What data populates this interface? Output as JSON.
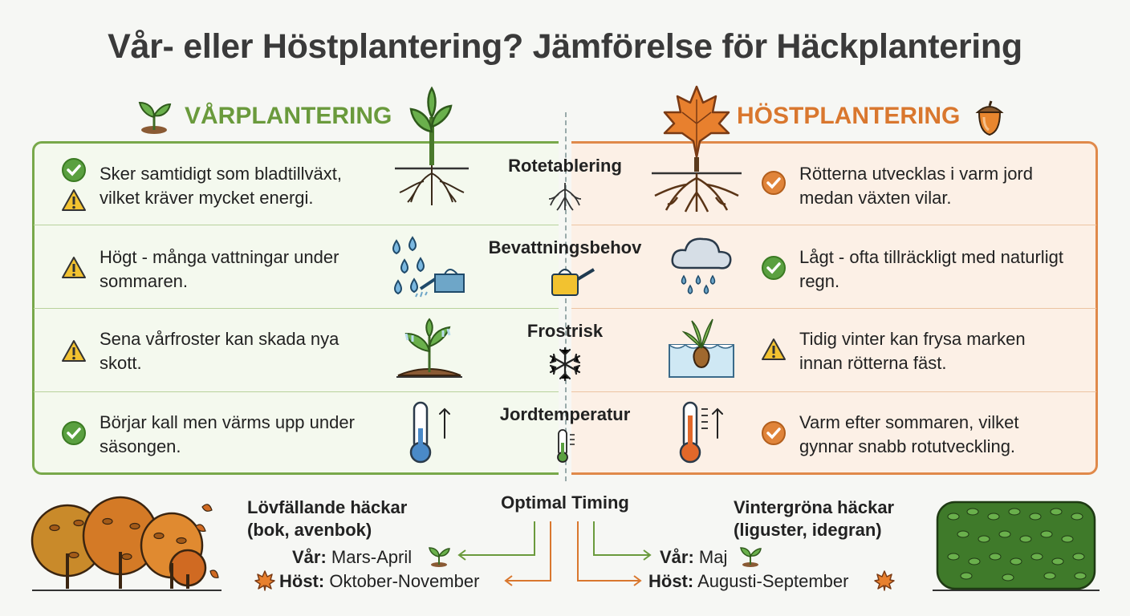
{
  "title": "Vår- eller Höstplantering? Jämförelse för Häckplantering",
  "spring": {
    "heading": "VÅRPLANTERING",
    "rows": [
      {
        "text": "Sker samtidigt som bladtillväxt, vilket kräver mycket energi.",
        "status": "check-warning"
      },
      {
        "text": "Högt - många vattningar under sommaren.",
        "status": "warning"
      },
      {
        "text": "Sena vårfroster kan skada nya skott.",
        "status": "warning"
      },
      {
        "text": "Börjar kall men värms upp under säsongen.",
        "status": "check"
      }
    ]
  },
  "autumn": {
    "heading": "HÖSTPLANTERING",
    "rows": [
      {
        "text": "Rötterna utvecklas i varm jord medan växten vilar.",
        "status": "check"
      },
      {
        "text": "Lågt - ofta tillräckligt med naturligt regn.",
        "status": "check"
      },
      {
        "text": "Tidig vinter kan frysa marken innan rötterna fäst.",
        "status": "warning"
      },
      {
        "text": "Varm efter sommaren, vilket gynnar snabb rotutveckling.",
        "status": "check"
      }
    ]
  },
  "criteria": [
    "Rotetablering",
    "Bevattningsbehov",
    "Frostrisk",
    "Jordtemperatur"
  ],
  "timing": {
    "title": "Optimal Timing",
    "deciduous": {
      "label": "Lövfällande häckar",
      "sublabel": "(bok, avenbok)",
      "spring_key": "Vår:",
      "spring_value": "Mars-April",
      "autumn_key": "Höst:",
      "autumn_value": "Oktober-November"
    },
    "evergreen": {
      "label": "Vintergröna häckar",
      "sublabel": "(liguster, idegran)",
      "spring_key": "Vår:",
      "spring_value": "Maj",
      "autumn_key": "Höst:",
      "autumn_value": "Augusti-September"
    }
  },
  "colors": {
    "spring_accent": "#6a9a3c",
    "autumn_accent": "#d9772e",
    "check_green": "#5aa040",
    "check_orange": "#e0843a",
    "warning_yellow": "#f2c230"
  },
  "icons": [
    "sprout-icon",
    "maple-leaf-icon",
    "acorn-icon",
    "check-icon",
    "warning-icon",
    "roots-icon",
    "water-drops-icon",
    "watering-can-icon",
    "rain-cloud-icon",
    "frozen-seedling-icon",
    "snowflake-icon",
    "frozen-ground-icon",
    "thermometer-cold-icon",
    "thermometer-warm-icon",
    "deciduous-hedge-icon",
    "evergreen-hedge-icon"
  ]
}
